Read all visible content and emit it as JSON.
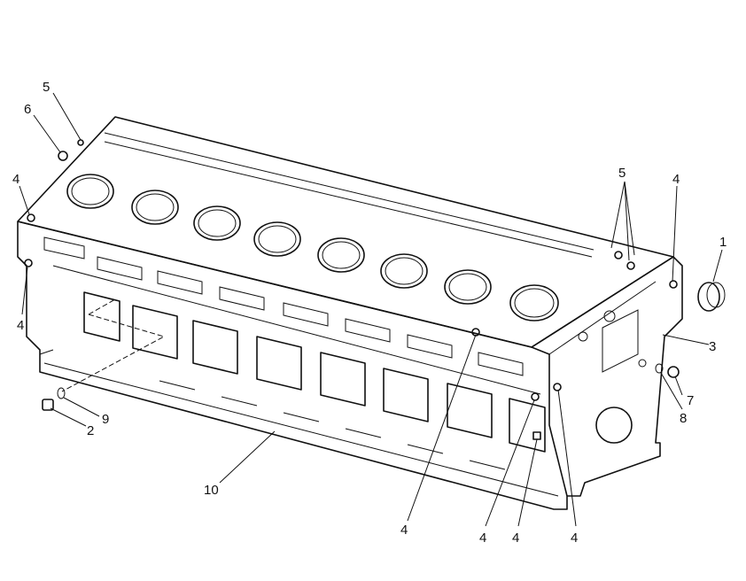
{
  "diagram": {
    "callouts": [
      {
        "id": "c5a",
        "text": "5"
      },
      {
        "id": "c6",
        "text": "6"
      },
      {
        "id": "c4a",
        "text": "4"
      },
      {
        "id": "c4b",
        "text": "4"
      },
      {
        "id": "c2",
        "text": "2"
      },
      {
        "id": "c9",
        "text": "9"
      },
      {
        "id": "c10",
        "text": "10"
      },
      {
        "id": "c5b",
        "text": "5"
      },
      {
        "id": "c4c",
        "text": "4"
      },
      {
        "id": "c1",
        "text": "1"
      },
      {
        "id": "c3",
        "text": "3"
      },
      {
        "id": "c7",
        "text": "7"
      },
      {
        "id": "c8",
        "text": "8"
      },
      {
        "id": "c4d",
        "text": "4"
      },
      {
        "id": "c4e",
        "text": "4"
      },
      {
        "id": "c4f",
        "text": "4"
      },
      {
        "id": "c4g",
        "text": "4"
      }
    ]
  }
}
